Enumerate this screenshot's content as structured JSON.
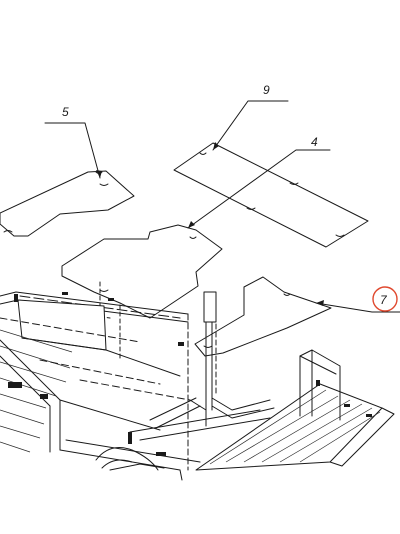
{
  "callouts": {
    "c5": "5",
    "c9": "9",
    "c4": "4",
    "c7": "7"
  },
  "colors": {
    "line": "#1a1a1a",
    "highlight": "#e0492f"
  }
}
